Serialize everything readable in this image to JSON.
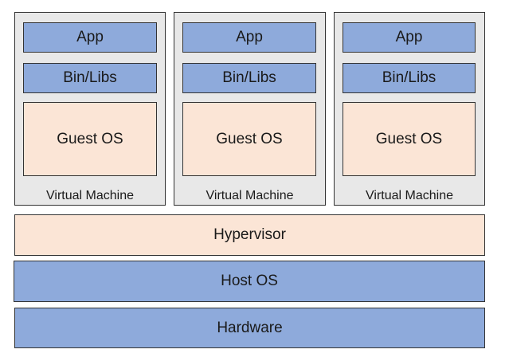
{
  "virtual_machines": [
    {
      "app": "App",
      "bin_libs": "Bin/Libs",
      "guest_os": "Guest OS",
      "label": "Virtual Machine"
    },
    {
      "app": "App",
      "bin_libs": "Bin/Libs",
      "guest_os": "Guest OS",
      "label": "Virtual Machine"
    },
    {
      "app": "App",
      "bin_libs": "Bin/Libs",
      "guest_os": "Guest OS",
      "label": "Virtual Machine"
    }
  ],
  "layers": {
    "hypervisor": "Hypervisor",
    "host_os": "Host OS",
    "hardware": "Hardware"
  },
  "colors": {
    "vm_background": "#e8e8e8",
    "blue_layer": "#8eaadb",
    "peach_layer": "#fbe5d6",
    "border": "#333333"
  }
}
